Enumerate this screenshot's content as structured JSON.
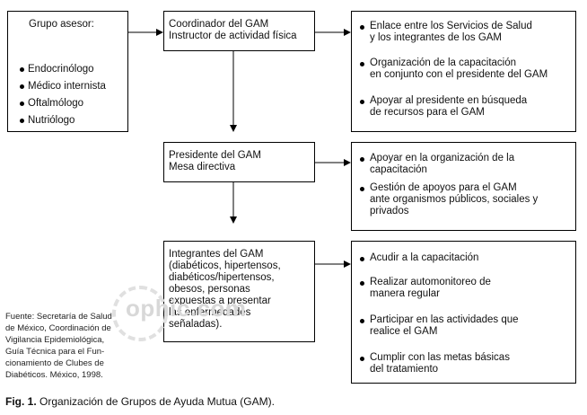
{
  "advisory_group": {
    "title": "Grupo asesor:",
    "members": [
      "Endocrinólogo",
      "Médico internista",
      "Oftalmólogo",
      "Nutriólogo"
    ]
  },
  "levels": [
    {
      "name": "Coordinador del GAM\nInstructor de actividad física",
      "roles": [
        "Enlace entre los Servicios de Salud\ny los integrantes de los GAM",
        "Organización de la capacitación\nen conjunto con el presidente del GAM",
        "Apoyar al presidente en búsqueda\nde recursos para el GAM"
      ]
    },
    {
      "name": "Presidente del GAM\nMesa directiva",
      "roles": [
        "Apoyar en la organización de la\ncapacitación",
        "Gestión de apoyos para el GAM\nante organismos públicos, sociales y\nprivados"
      ]
    },
    {
      "name": "Integrantes del GAM\n(diabéticos, hipertensos,\ndiabéticos/hipertensos,\nobesos, personas\nexpuestas a presentar\nlas enfermedades\nseñaladas).",
      "roles": [
        "Acudir a la capacitación",
        "Realizar automonitoreo de\nmanera regular",
        "Participar en las actividades que\nrealice el GAM",
        "Cumplir con las metas básicas\ndel tratamiento"
      ]
    }
  ],
  "source": "Fuente: Secretaría de Salud\nde México, Coordinación de\nVigilancia Epidemiológica,\nGuía Técnica para el Fun-\ncionamiento de Clubes de\nDiabéticos. México, 1998.",
  "caption": {
    "label": "Fig. 1.",
    "text": " Organización de Grupos de Ayuda Mutua (GAM)."
  },
  "watermark": "ophic.com"
}
